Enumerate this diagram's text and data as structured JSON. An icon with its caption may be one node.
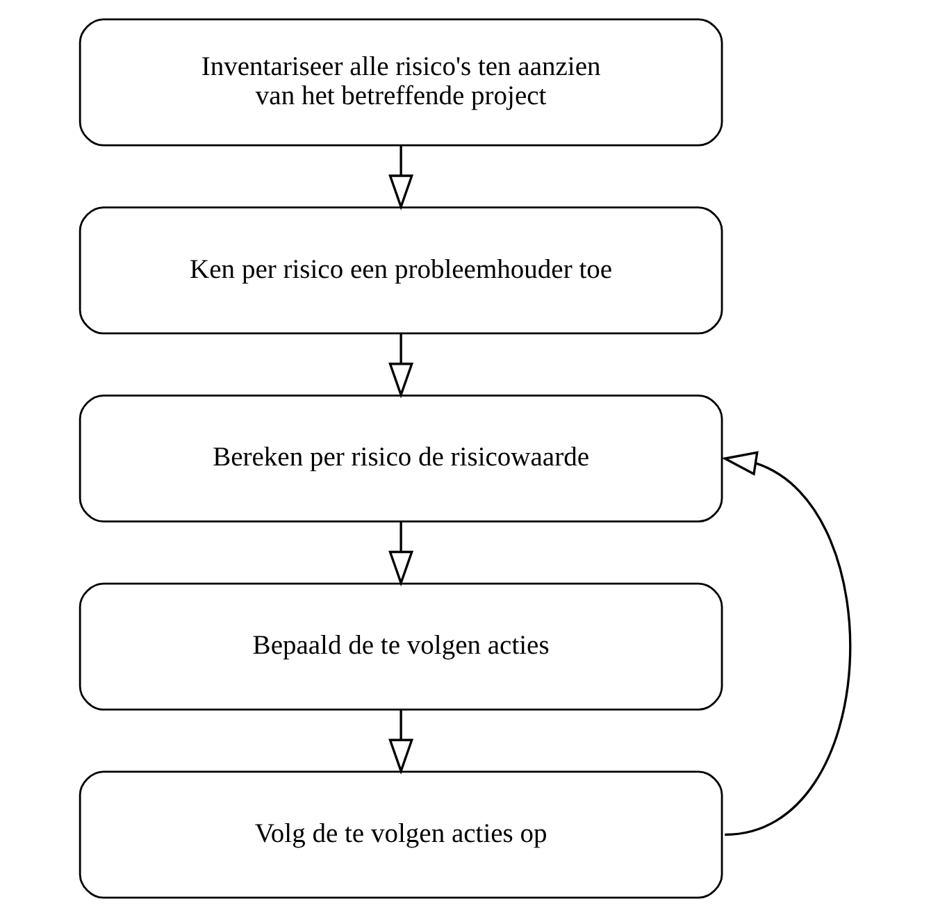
{
  "diagram": {
    "nodes": [
      {
        "text": [
          "Inventariseer alle risico's ten aanzien van het betreffende project"
        ]
      },
      {
        "text": [
          "Ken per risico een probleemhouder toe"
        ]
      },
      {
        "text": [
          "Bereken per risico de risicowaarde"
        ]
      },
      {
        "text": [
          "Bepaald de te volgen acties"
        ]
      },
      {
        "text": [
          "Volg de te volgen acties op"
        ]
      }
    ],
    "edges": [
      {
        "from": 0,
        "to": 1,
        "arrow": "to"
      },
      {
        "from": 1,
        "to": 2,
        "arrow": "to"
      },
      {
        "from": 2,
        "to": 3,
        "arrow": "to"
      },
      {
        "from": 3,
        "to": 4,
        "arrow": "to"
      },
      {
        "from": 4,
        "to": 2,
        "arrow": "to"
      }
    ]
  }
}
